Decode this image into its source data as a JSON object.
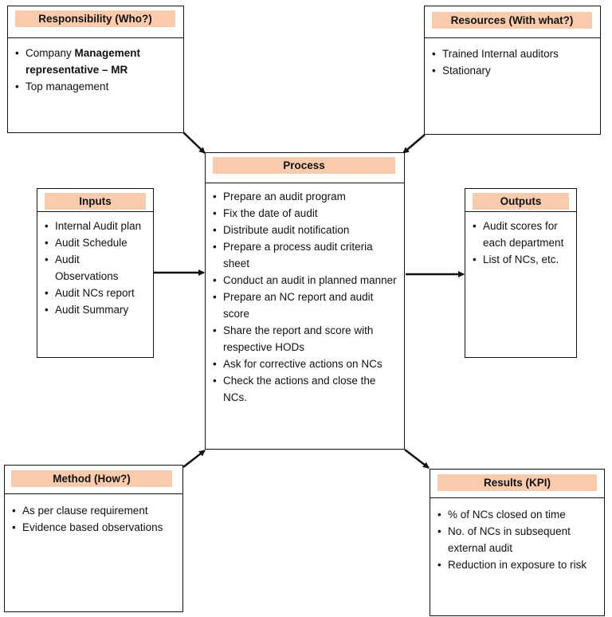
{
  "responsibility": {
    "title": "Responsibility (Who?)",
    "item1_prefix": "Company ",
    "item1_bold": "Management representative – MR",
    "item2": "Top management"
  },
  "resources": {
    "title": "Resources (With what?)",
    "items": [
      "Trained Internal auditors",
      "Stationary"
    ]
  },
  "process": {
    "title": "Process",
    "items": [
      "Prepare an audit program",
      "Fix the date of audit",
      "Distribute audit notification",
      "Prepare a process audit criteria sheet",
      "Conduct an audit in planned manner",
      "Prepare an NC report and audit score",
      "Share the report and score with respective HODs",
      "Ask for corrective actions on NCs",
      "Check the actions and close the NCs."
    ]
  },
  "inputs": {
    "title": "Inputs",
    "items": [
      "Internal Audit plan",
      "Audit Schedule",
      "Audit Observations",
      "Audit NCs report",
      "Audit Summary"
    ]
  },
  "outputs": {
    "title": "Outputs",
    "items": [
      "Audit scores for each department",
      "List of NCs, etc."
    ]
  },
  "method": {
    "title": "Method (How?)",
    "items": [
      "As per clause requirement",
      "Evidence based observations"
    ]
  },
  "results": {
    "title": "Results (KPI)",
    "items": [
      "% of NCs closed on time",
      "No. of NCs in subsequent external audit",
      "Reduction in exposure to risk"
    ]
  }
}
